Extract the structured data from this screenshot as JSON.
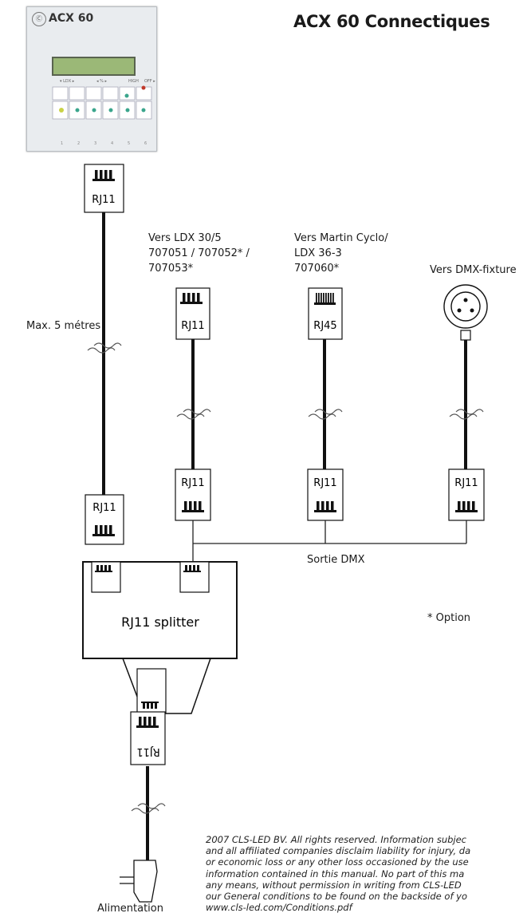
{
  "title": "ACX 60 Connectiques",
  "device": {
    "brand": "ACX 60",
    "top_keys": [
      "▾ LDX ▸",
      "◂ % ▸",
      "HIGH",
      "OFF ▸"
    ],
    "bottom_marks": [
      "1",
      "2",
      "3",
      "4",
      "5",
      "6"
    ],
    "colors": {
      "panel": "#e9ecef",
      "lcd": "#9bb877",
      "led_green": "#3aa58c",
      "led_red": "#c0392b",
      "led_yellow": "#c9d246"
    }
  },
  "labels": {
    "max_length": "Max. 5 métres",
    "ldx_target": [
      "Vers LDX 30/5",
      "707051 / 707052* /",
      "707053*"
    ],
    "martin_target": [
      "Vers Martin Cyclo/",
      "LDX 36-3",
      "707060*"
    ],
    "dmx_target": "Vers DMX-fixture",
    "dmx_output": "Sortie DMX",
    "option_note": "* Option",
    "power": "Alimentation",
    "splitter": "RJ11 splitter"
  },
  "connectors": {
    "rj11": "RJ11",
    "rj45": "RJ45"
  },
  "footer_lines": [
    "2007 CLS-LED BV. All rights reserved. Information subjec",
    "and all affiliated companies disclaim liability for injury, da",
    "or economic loss or any other loss occasioned by the use",
    "information contained in this manual. No part of this ma",
    "any means, without permission in writing from CLS-LED",
    "our General conditions to be found on the backside of yo",
    "www.cls-led.com/Conditions.pdf"
  ]
}
